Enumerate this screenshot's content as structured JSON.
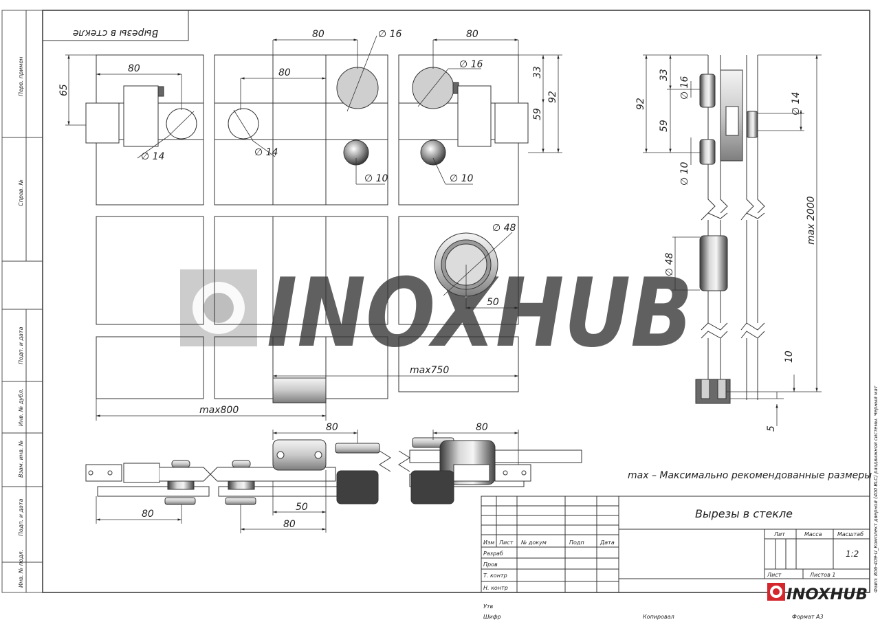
{
  "sheet_title_mirrored": "Вырезы в стекле",
  "side_column": [
    "Перв. примен",
    "Справ. №",
    "Подп. и дата",
    "Инв. № дубл.",
    "Взам. инв. №",
    "Подп. и дата",
    "Инв. № подл."
  ],
  "dims": {
    "d16": "∅ 16",
    "d14": "∅ 14",
    "d10": "∅ 10",
    "d48": "∅ 48",
    "v80": "80",
    "v65": "65",
    "v33": "33",
    "v92": "92",
    "v59": "59",
    "v50": "50",
    "v10": "10",
    "v5": "5",
    "max750": "max750",
    "max800": "max800",
    "max2000": "max 2000"
  },
  "note": "max – Максимально рекомендованные размеры",
  "title_block": {
    "title": "Вырезы в стекле",
    "col_headers": [
      "Изм",
      "Лист",
      "№ докум",
      "Подп",
      "Дата"
    ],
    "roles": [
      "Разраб",
      "Пров",
      "Т. контр",
      "Н. контр",
      "Утв"
    ],
    "lit_label": "Лит",
    "mass_label": "Масса",
    "scale_label": "Масштаб",
    "scale_value": "1:2",
    "sheet_label": "Лист",
    "sheets_label": "Листов 1"
  },
  "footer": {
    "format_left": "Шифр",
    "copied": "Копировал",
    "format": "Формат А3"
  },
  "file_caption": "Файл: 806-409-U_Комплект дверной (400 BLC) раздвижной системы. Черный мат",
  "logo_text": "INOXHUB",
  "watermark_text": "INOXHUB",
  "colors": {
    "logo_red": "#d3262d",
    "line": "#333333",
    "watermark": "#b5b5b5"
  }
}
